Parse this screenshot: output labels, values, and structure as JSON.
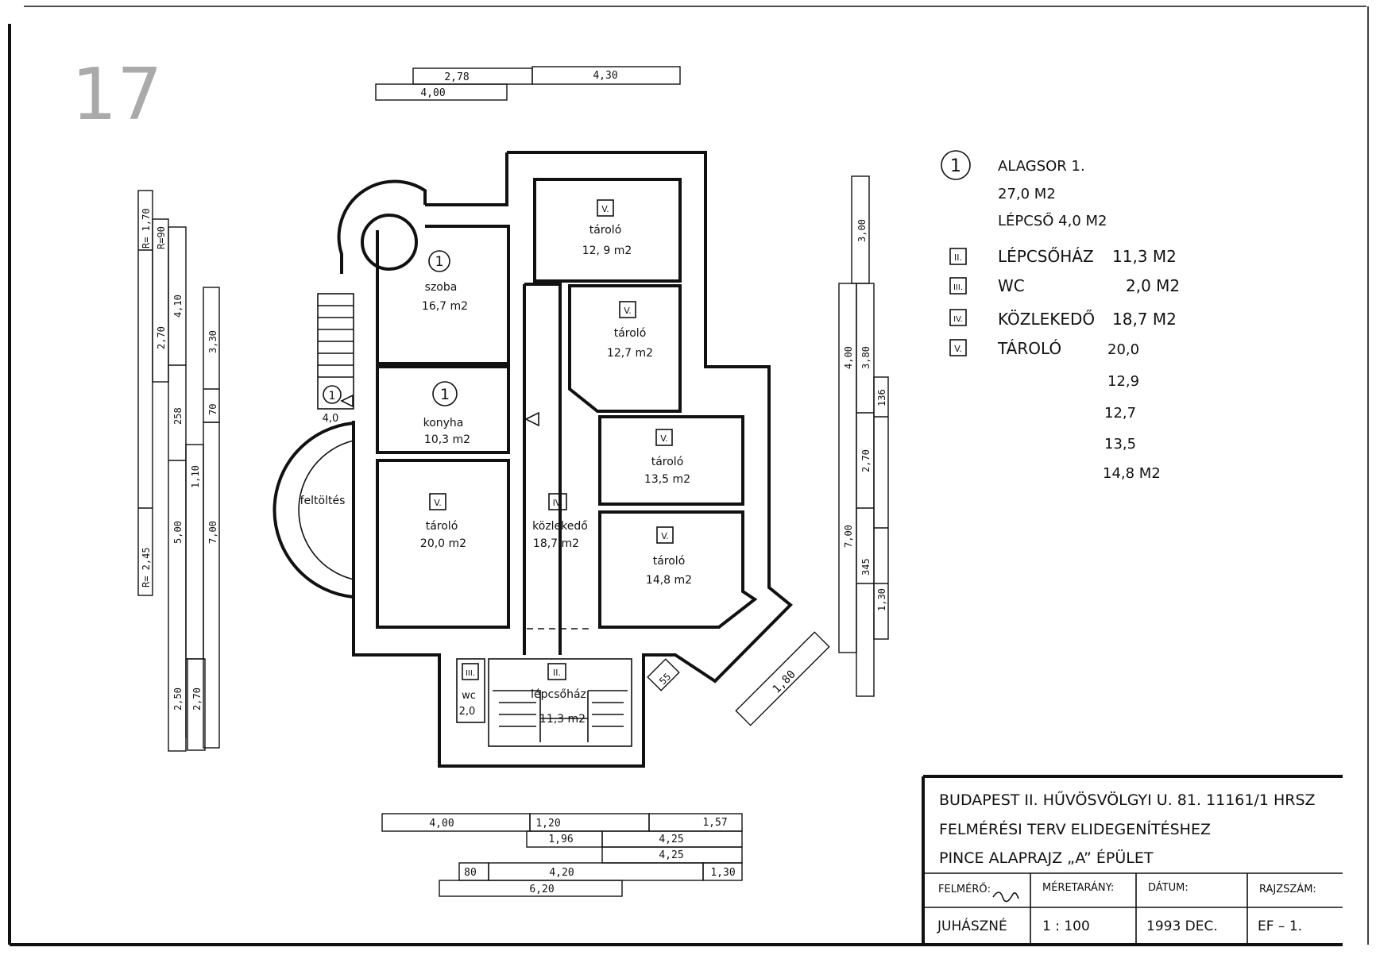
{
  "sheet_number": "17",
  "legend": {
    "main_marker": "1",
    "main_title": "ALAGSOR 1.",
    "main_area": "27,0  M2",
    "stair": "LÉPCSŐ   4,0  M2",
    "rows": [
      {
        "marker": "II.",
        "name": "LÉPCSŐHÁZ",
        "value": "11,3  M2"
      },
      {
        "marker": "III.",
        "name": "WC",
        "value": "2,0  M2"
      },
      {
        "marker": "IV.",
        "name": "KÖZLEKEDŐ",
        "value": "18,7  M2"
      },
      {
        "marker": "V.",
        "name": "TÁROLÓ",
        "value": "20,0"
      }
    ],
    "extra_values": [
      "12,9",
      "12,7",
      "13,5",
      "14,8  M2"
    ]
  },
  "rooms": {
    "szoba": {
      "marker": "1",
      "name": "szoba",
      "area": "16,7 m2"
    },
    "konyha": {
      "marker": "1",
      "name": "konyha",
      "area": "10,3  m2"
    },
    "stair_small": {
      "marker": "1",
      "area": "4,0"
    },
    "taroloA": {
      "marker": "V.",
      "name": "tároló",
      "area": "20,0  m2"
    },
    "taroloB": {
      "marker": "V.",
      "name": "tároló",
      "area": "12, 9  m2"
    },
    "taroloC": {
      "marker": "V.",
      "name": "tároló",
      "area": "12,7 m2"
    },
    "taroloD": {
      "marker": "V.",
      "name": "tároló",
      "area": "13,5 m2"
    },
    "taroloE": {
      "marker": "V.",
      "name": "tároló",
      "area": "14,8 m2"
    },
    "kozlekedo": {
      "marker": "IV.",
      "name": "közlekedő",
      "area": "18,7   m2"
    },
    "feltoltes": {
      "name": "feltöltés"
    },
    "wc": {
      "marker": "III.",
      "name": "wc",
      "area": "2,0"
    },
    "lepcsohaz": {
      "marker": "II.",
      "name": "lépcsőház",
      "area": "11,3 m2"
    }
  },
  "dims": {
    "top": [
      "2,78",
      "4,30",
      "4,00"
    ],
    "left": [
      "R= 1,70",
      "R=90",
      "4,10",
      "2,70",
      "3,30",
      "258",
      "70",
      "1,10",
      "R=  2,45",
      "5,00",
      "7,00",
      "2,50",
      "2,70"
    ],
    "right": [
      "3,00",
      "4,00",
      "3,80",
      "136",
      "2,70",
      "7,00",
      "345",
      "1,30"
    ],
    "diag": [
      "55",
      "1,80"
    ],
    "bottom": [
      "4,00",
      "1,20",
      "1,57",
      "1,96",
      "4,25",
      "4,25",
      "80",
      "4,20",
      "1,30",
      "6,20"
    ]
  },
  "title_block": {
    "line1": "BUDAPEST  II.  HŰVÖSVÖLGYI  U.  81.     11161/1  HRSZ",
    "line2": "FELMÉRÉSI  TERV   ELIDEGENÍTÉSHEZ",
    "line3": "PINCE   ALAPRAJZ   „A”  ÉPÜLET",
    "headers": [
      "FELMÉRŐ:",
      "MÉRETARÁNY:",
      "DÁTUM:",
      "RAJZSZÁM:"
    ],
    "values": [
      "JUHÁSZNÉ",
      "1 : 100",
      "1993   DEC.",
      "EF – 1."
    ]
  }
}
